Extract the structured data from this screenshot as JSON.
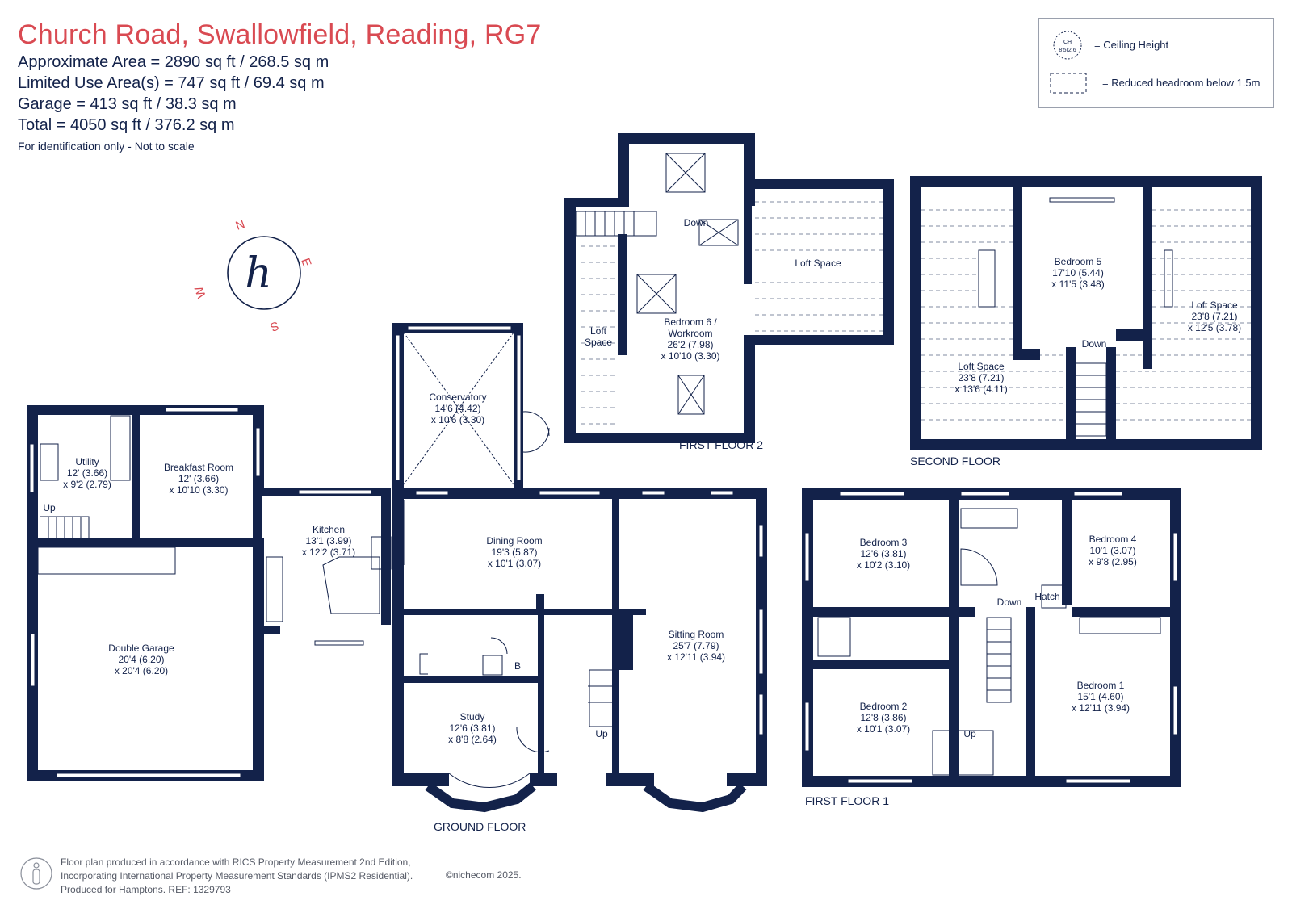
{
  "header": {
    "title": "Church Road, Swallowfield, Reading, RG7",
    "area_lines": [
      "Approximate Area = 2890  sq ft / 268.5  sq m",
      "Limited Use Area(s) = 747  sq ft / 69.4  sq m",
      "Garage = 413 sq ft / 38.3  sq m",
      "Total = 4050 sq ft / 376.2 sq m"
    ],
    "note": "For identification only - Not to scale"
  },
  "legend": {
    "ceiling_symbol_text": [
      "CH",
      "8'5(2.6"
    ],
    "ceiling_label": "= Ceiling Height",
    "reduced_label": "= Reduced headroom below 1.5m"
  },
  "compass": {
    "n": "N",
    "e": "E",
    "s": "S",
    "w": "W",
    "logo": "h"
  },
  "floors": {
    "ground": "GROUND FLOOR",
    "first1": "FIRST FLOOR 1",
    "first2": "FIRST FLOOR 2",
    "second": "SECOND FLOOR"
  },
  "rooms": {
    "utility": [
      "Utility",
      "12' (3.66)",
      "x 9'2 (2.79)"
    ],
    "breakfast": [
      "Breakfast Room",
      "12' (3.66)",
      "x 10'10 (3.30)"
    ],
    "garage": [
      "Double Garage",
      "20'4 (6.20)",
      "x 20'4 (6.20)"
    ],
    "kitchen": [
      "Kitchen",
      "13'1 (3.99)",
      "x 12'2 (3.71)"
    ],
    "conservatory": [
      "Conservatory",
      "14'6 (4.42)",
      "x 10'6 (3.30)"
    ],
    "dining": [
      "Dining Room",
      "19'3 (5.87)",
      "x 10'1 (3.07)"
    ],
    "sitting": [
      "Sitting Room",
      "25'7 (7.79)",
      "x 12'11 (3.94)"
    ],
    "study": [
      "Study",
      "12'6 (3.81)",
      "x 8'8 (2.64)"
    ],
    "bed6": [
      "Bedroom 6 /",
      "Workroom",
      "26'2 (7.98)",
      "x 10'10 (3.30)"
    ],
    "ff2_loft_left": [
      "Loft",
      "Space"
    ],
    "ff2_loft_right": [
      "Loft Space"
    ],
    "bed5": [
      "Bedroom 5",
      "17'10 (5.44)",
      "x 11'5 (3.48)"
    ],
    "sf_loft_right": [
      "Loft Space",
      "23'8 (7.21)",
      "x 12'5 (3.78)"
    ],
    "sf_loft_left": [
      "Loft Space",
      "23'8 (7.21)",
      "x 13'6 (4.11)"
    ],
    "bed3": [
      "Bedroom 3",
      "12'6 (3.81)",
      "x 10'2 (3.10)"
    ],
    "bed4": [
      "Bedroom 4",
      "10'1 (3.07)",
      "x 9'8 (2.95)"
    ],
    "bed2": [
      "Bedroom 2",
      "12'8 (3.86)",
      "x 10'1 (3.07)"
    ],
    "bed1": [
      "Bedroom 1",
      "15'1 (4.60)",
      "x 12'11 (3.94)"
    ]
  },
  "labels": {
    "up": "Up",
    "down": "Down",
    "hatch": "Hatch",
    "boiler": "B"
  },
  "footer": {
    "lines": [
      "Floor plan produced in accordance with RICS Property Measurement 2nd Edition,",
      "Incorporating International Property Measurement Standards (IPMS2 Residential).",
      "Produced for Hamptons.   REF:  1329793"
    ],
    "copyright": "©nichecom 2025."
  },
  "colors": {
    "title": "#d94a52",
    "walls": "#13224a",
    "compass_letters": "#d94a52"
  }
}
